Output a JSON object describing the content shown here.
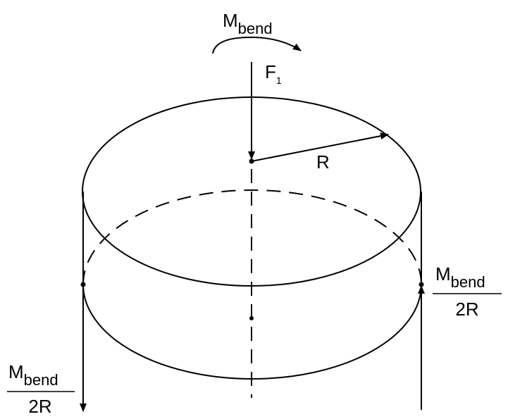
{
  "labels": {
    "top_moment": {
      "main": "M",
      "sub": "bend"
    },
    "force": {
      "main": "F",
      "sub": "1"
    },
    "radius": "R",
    "right_reaction": {
      "main": "M",
      "sub": "bend",
      "denominator": "2R"
    },
    "left_reaction": {
      "main": "M",
      "sub": "bend",
      "denominator": "2R"
    }
  }
}
